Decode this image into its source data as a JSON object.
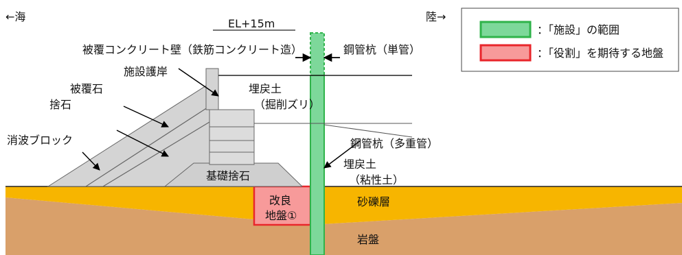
{
  "directions": {
    "sea": "←海",
    "land": "陸→"
  },
  "labels": {
    "elevation": "EL+15m",
    "cover_wall": "被覆コンクリート壁（鉄筋コンクリート造）",
    "steel_pile_single": "鋼管杭（単管）",
    "facility_revetment": "施設護岸",
    "cover_stone": "被覆石",
    "rubble": "捨石",
    "backfill_excavated_line1": "埋戻土",
    "backfill_excavated_line2": "（掘削ズリ）",
    "wave_block": "消波ブロック",
    "steel_pile_multi": "鋼管杭（多重管）",
    "backfill_clay_line1": "埋戻土",
    "backfill_clay_line2": "（粘性土）",
    "foundation_rubble": "基礎捨石",
    "improved_ground_line1": "改良",
    "improved_ground_line2": "地盤①",
    "gravel_layer": "砂礫層",
    "bedrock": "岩盤"
  },
  "legend": {
    "facility_range": "：「施設」の範囲",
    "expected_ground": "：「役割」を期待する地盤"
  },
  "colors": {
    "facility_fill": "#7dd89a",
    "facility_border": "#2fb34a",
    "role_fill": "#f79a9a",
    "role_border": "#e8262b",
    "sand_gravel": "#f7b500",
    "bedrock": "#d9a06a",
    "structure_gray": "#d4d4d4"
  }
}
